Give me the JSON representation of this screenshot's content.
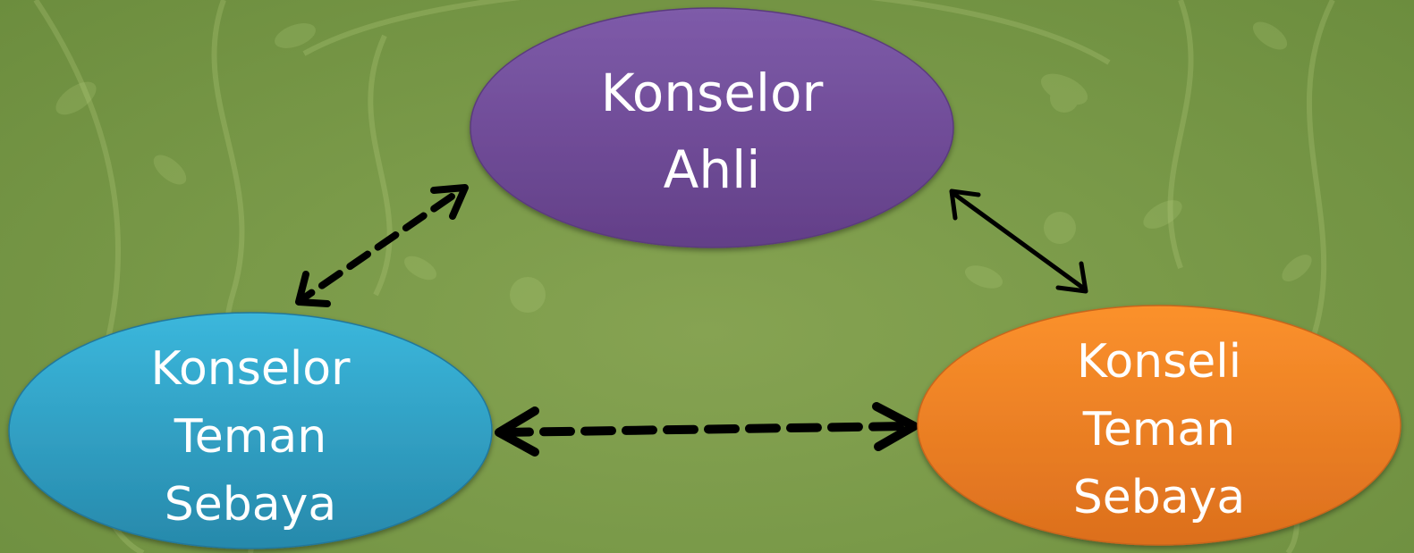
{
  "diagram": {
    "nodes": [
      {
        "id": "konselor-ahli",
        "lines": [
          "Konselor",
          "Ahli"
        ],
        "color_top": "#7e5ba9",
        "color_bottom": "#633f88"
      },
      {
        "id": "konselor-teman-sebaya",
        "lines": [
          "Konselor",
          "Teman",
          "Sebaya"
        ],
        "color_top": "#3bb7dc",
        "color_bottom": "#2789ab"
      },
      {
        "id": "konseli-teman-sebaya",
        "lines": [
          "Konseli",
          "Teman",
          "Sebaya"
        ],
        "color_top": "#fb912c",
        "color_bottom": "#dc6f1d"
      }
    ],
    "edges": [
      {
        "from": "konselor-ahli",
        "to": "konselor-teman-sebaya",
        "style": "dashed",
        "direction": "both"
      },
      {
        "from": "konselor-ahli",
        "to": "konseli-teman-sebaya",
        "style": "solid",
        "direction": "both"
      },
      {
        "from": "konselor-teman-sebaya",
        "to": "konseli-teman-sebaya",
        "style": "dashed",
        "direction": "both"
      }
    ],
    "background_color": "#7a9a49",
    "arrow_color": "#000000"
  }
}
